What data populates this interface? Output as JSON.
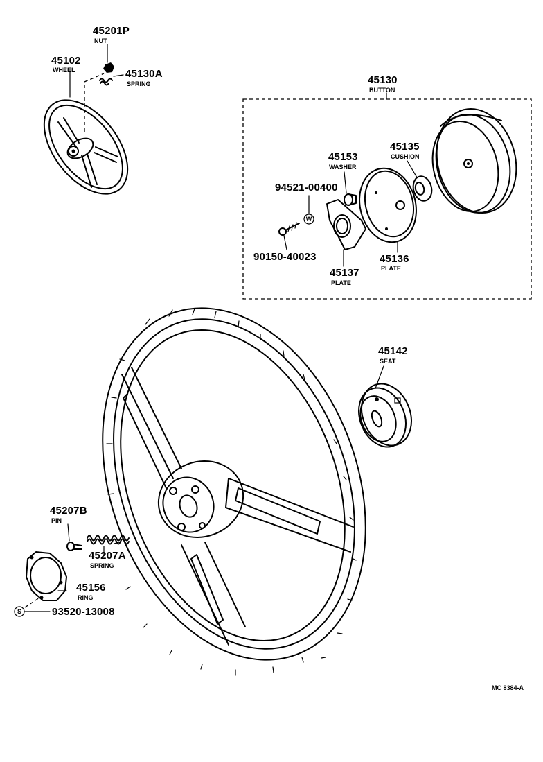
{
  "parts": {
    "p45201P": {
      "number": "45201P",
      "name": "NUT"
    },
    "p45102": {
      "number": "45102",
      "name": "WHEEL"
    },
    "p45130A": {
      "number": "45130A",
      "name": "SPRING"
    },
    "p45130": {
      "number": "45130",
      "name": "BUTTON"
    },
    "p45153": {
      "number": "45153",
      "name": "WASHER"
    },
    "p45135": {
      "number": "45135",
      "name": "CUSHION"
    },
    "p94521": {
      "number": "94521-00400"
    },
    "p90150": {
      "number": "90150-40023"
    },
    "p45137": {
      "number": "45137",
      "name": "PLATE"
    },
    "p45136": {
      "number": "45136",
      "name": "PLATE"
    },
    "p45142": {
      "number": "45142",
      "name": "SEAT"
    },
    "p45207B": {
      "number": "45207B",
      "name": "PIN"
    },
    "p45207A": {
      "number": "45207A",
      "name": "SPRING"
    },
    "p45156": {
      "number": "45156",
      "name": "RING"
    },
    "p93520": {
      "number": "93520-13008"
    }
  },
  "symbols": {
    "washer_mark": "W",
    "screw_mark": "S"
  },
  "reference_code": "MC 8384-A"
}
